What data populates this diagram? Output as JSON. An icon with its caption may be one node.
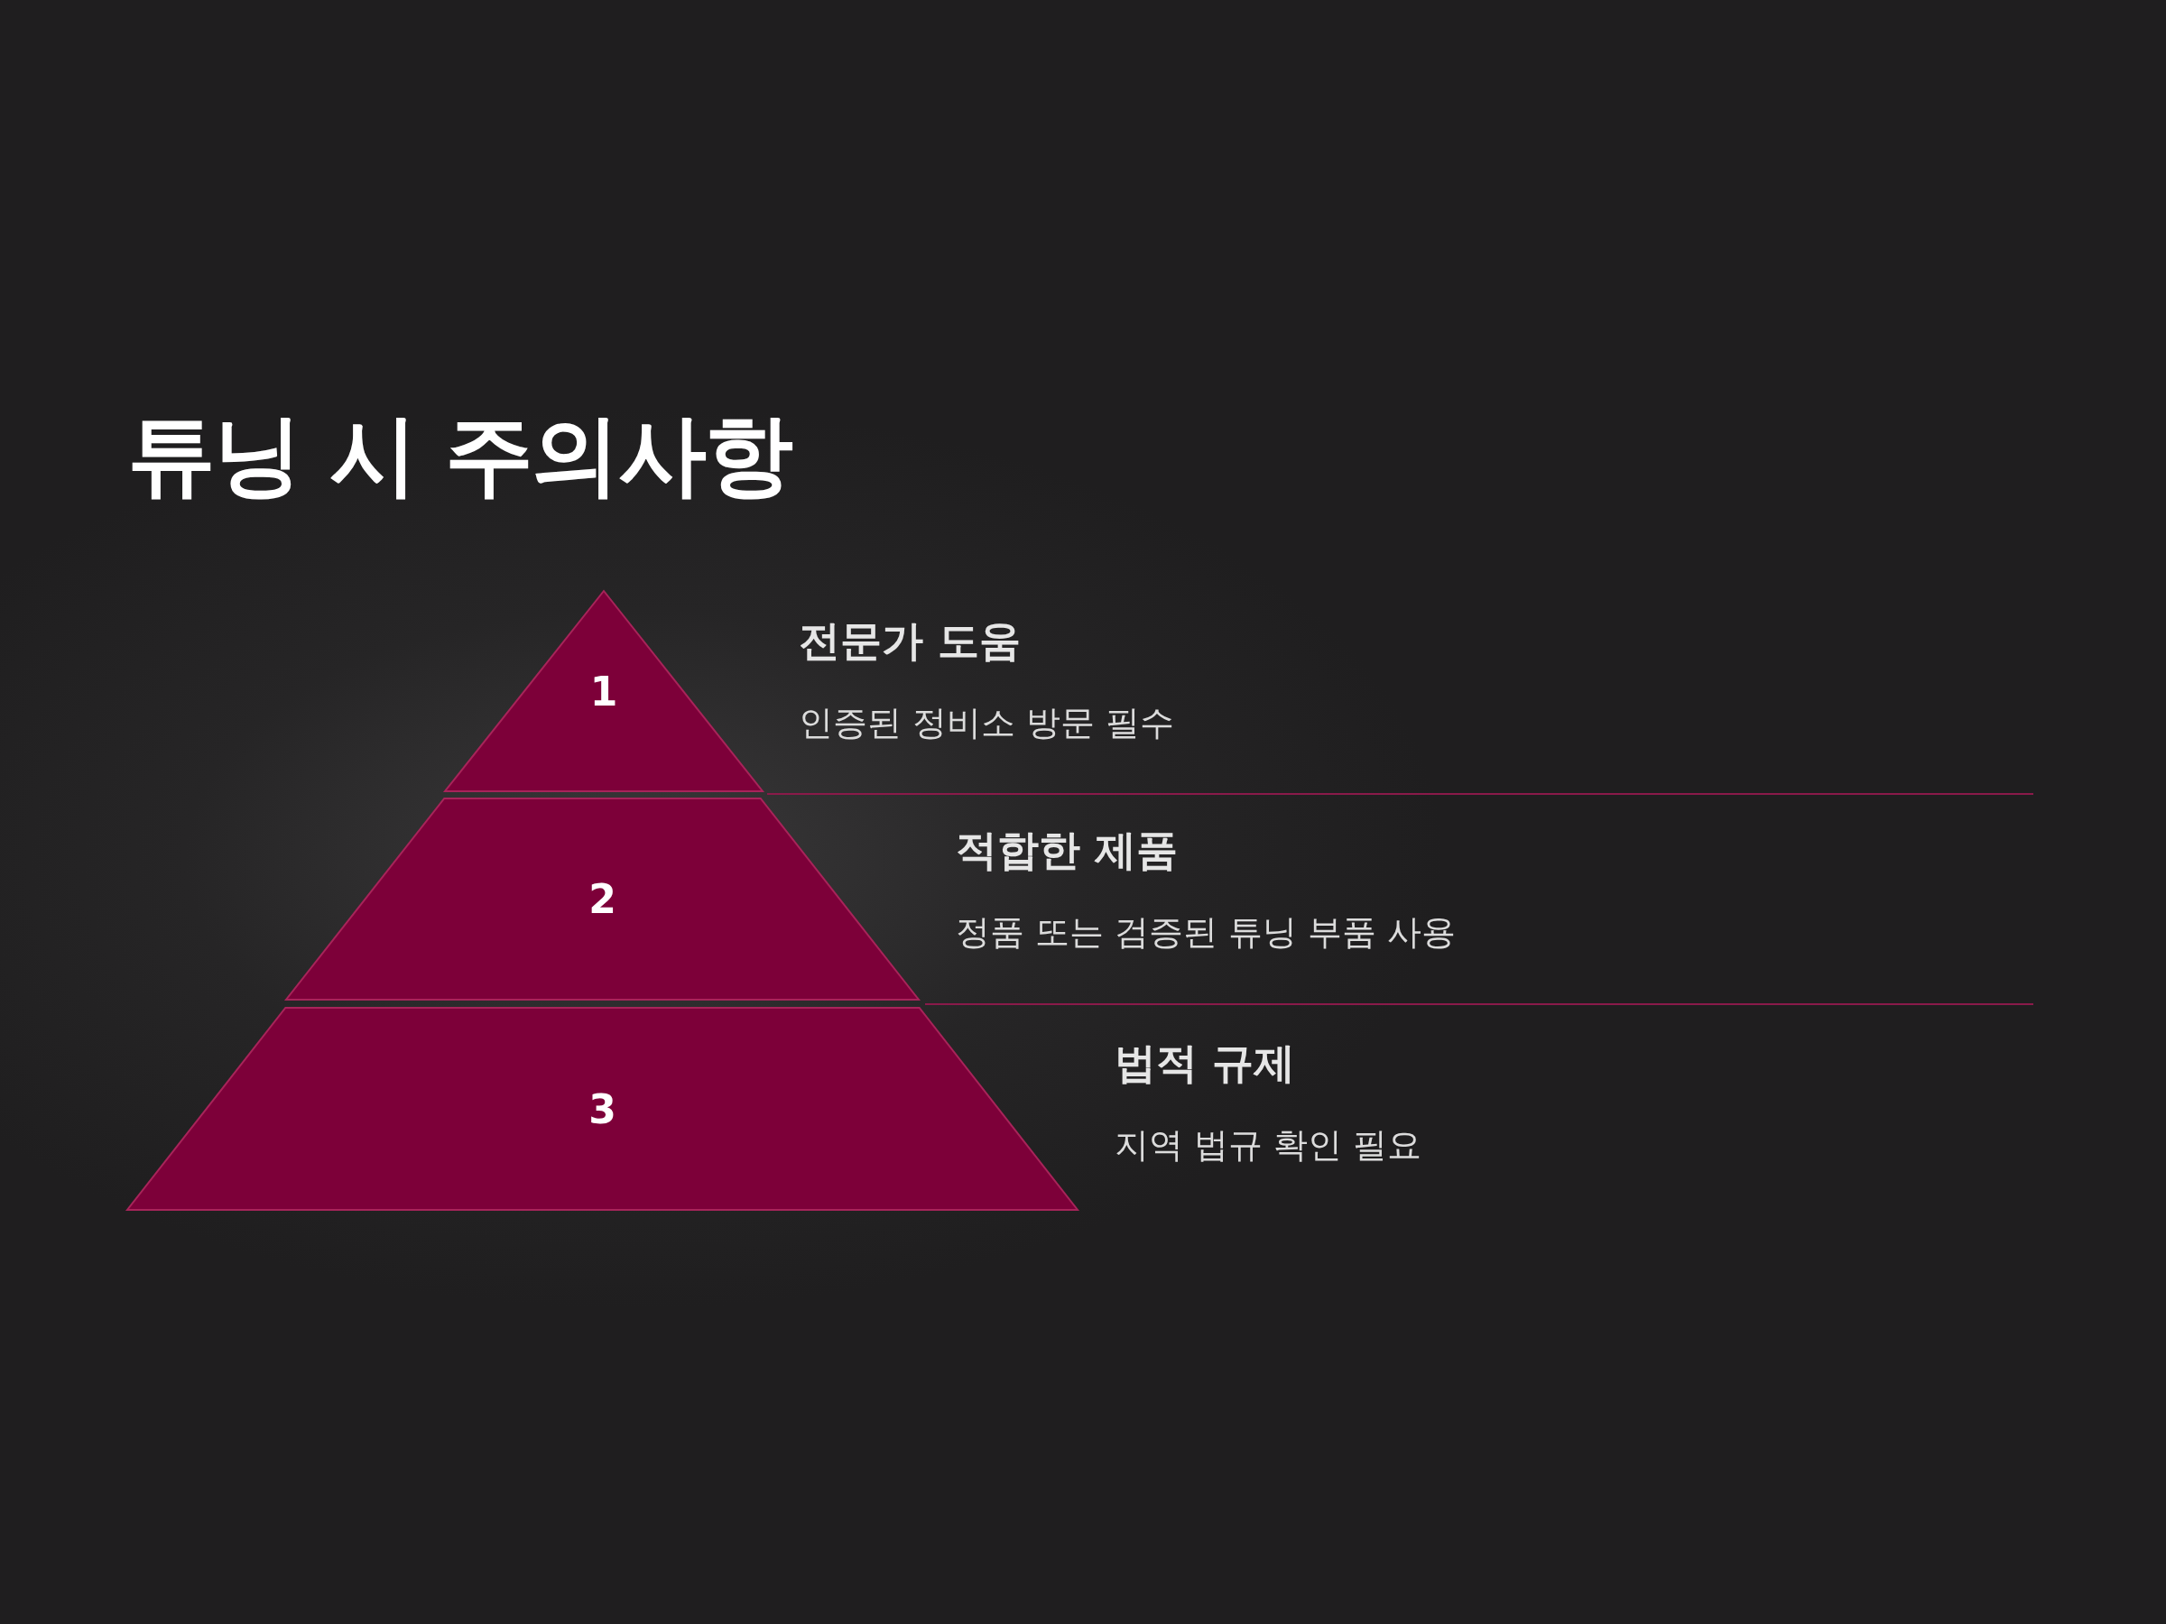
{
  "diagram": {
    "title": "튜닝 시 주의사항",
    "nodes": [
      {
        "text": [
          "1"
        ],
        "beside": [
          "전문가 도움",
          "인증된 정비소 방문 필수"
        ]
      },
      {
        "text": [
          "2"
        ],
        "beside": [
          "적합한 제품",
          "정품 또는 검증된 튜닝 부품 사용"
        ]
      },
      {
        "text": [
          "3"
        ],
        "beside": [
          "법적 규제",
          "지역 법규 확인 필요"
        ]
      }
    ]
  }
}
